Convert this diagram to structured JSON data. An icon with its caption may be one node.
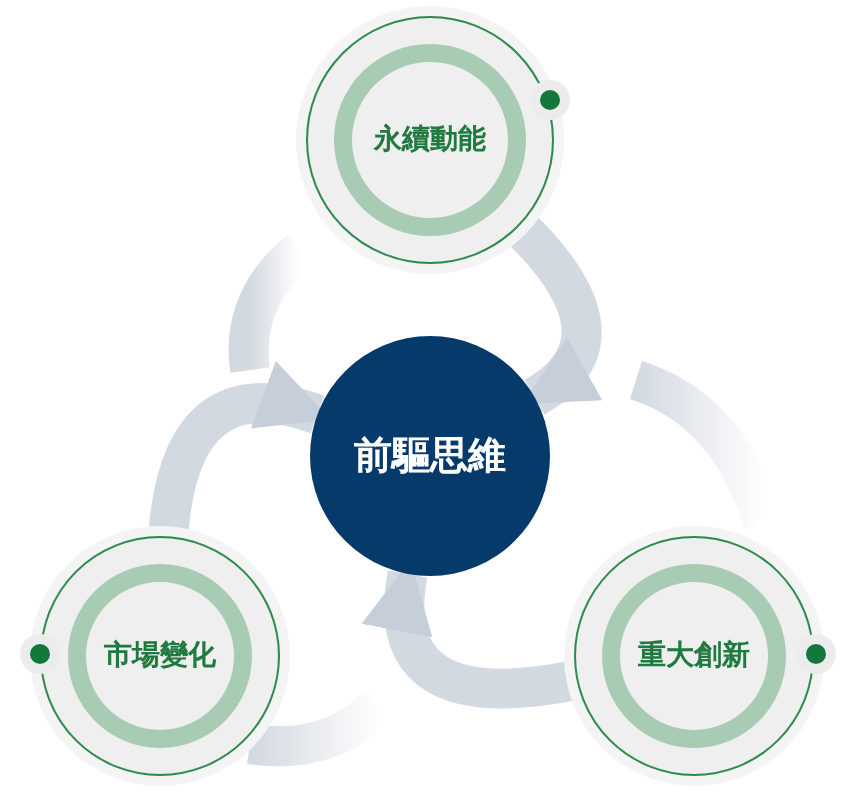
{
  "diagram": {
    "nodes": [
      {
        "text": [
          "前驅思維"
        ]
      },
      {
        "text": [
          "永續動能"
        ]
      },
      {
        "text": [
          "市場變化"
        ]
      },
      {
        "text": [
          "重大創新"
        ]
      }
    ],
    "edges": [
      {
        "from": 1,
        "to": 0,
        "arrow": "to"
      },
      {
        "from": 2,
        "to": 0,
        "arrow": "to"
      },
      {
        "from": 3,
        "to": 0,
        "arrow": "to"
      }
    ]
  }
}
